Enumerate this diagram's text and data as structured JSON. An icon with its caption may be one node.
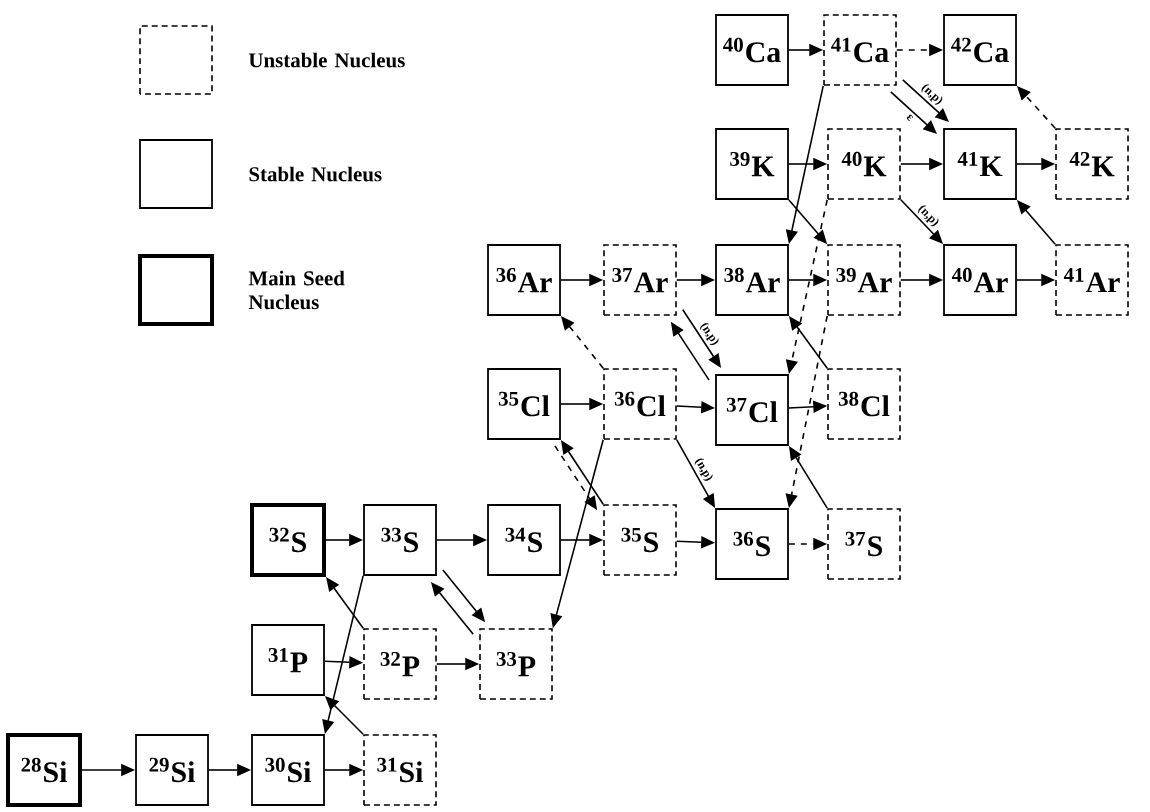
{
  "diagram": {
    "nodes": [
      {
        "text": [
          "$^{40}$Ca"
        ]
      },
      {
        "text": [
          "$^{41}$Ca"
        ]
      },
      {
        "text": [
          "$^{42}$Ca"
        ]
      },
      {
        "text": [
          "$^{39}$K"
        ]
      },
      {
        "text": [
          "$^{40}$K"
        ]
      },
      {
        "text": [
          "$^{41}$K"
        ]
      },
      {
        "text": [
          "$^{42}$K"
        ]
      },
      {
        "text": [
          "$^{36}$Ar"
        ]
      },
      {
        "text": [
          "$^{37}$Ar"
        ]
      },
      {
        "text": [
          "$^{38}$Ar"
        ]
      },
      {
        "text": [
          "$^{39}$Ar"
        ]
      },
      {
        "text": [
          "$^{40}$Ar"
        ]
      },
      {
        "text": [
          "$^{41}$Ar"
        ]
      },
      {
        "text": [
          "$^{35}$Cl"
        ]
      },
      {
        "text": [
          "$^{36}$Cl"
        ]
      },
      {
        "text": [
          "$^{37}$Cl"
        ]
      },
      {
        "text": [
          "$^{38}$Cl"
        ]
      },
      {
        "text": [
          "$^{32}$S"
        ]
      },
      {
        "text": [
          "$^{33}$S"
        ]
      },
      {
        "text": [
          "$^{34}$S"
        ]
      },
      {
        "text": [
          "$^{35}$S"
        ]
      },
      {
        "text": [
          "$^{36}$S"
        ]
      },
      {
        "text": [
          "$^{37}$S"
        ]
      },
      {
        "text": [
          "$^{31}$P"
        ]
      },
      {
        "text": [
          "$^{32}$P"
        ]
      },
      {
        "text": [
          "$^{33}$P"
        ]
      },
      {
        "text": [
          "$^{28}$Si"
        ]
      },
      {
        "text": [
          "$^{29}$Si"
        ]
      },
      {
        "text": [
          "$^{30}$Si"
        ]
      },
      {
        "text": [
          "$^{31}$Si"
        ]
      }
    ],
    "edges": [
      {
        "from": 0,
        "to": 1,
        "arrow": "to"
      },
      {
        "from": 1,
        "to": 2,
        "arrow": "to",
        "style": "dashed"
      },
      {
        "from": 3,
        "to": 4,
        "arrow": "to"
      },
      {
        "from": 4,
        "to": 5,
        "arrow": "to"
      },
      {
        "from": 5,
        "to": 6,
        "arrow": "to"
      },
      {
        "from": 7,
        "to": 8,
        "arrow": "to"
      },
      {
        "from": 8,
        "to": 9,
        "arrow": "to"
      },
      {
        "from": 9,
        "to": 10,
        "arrow": "to"
      },
      {
        "from": 10,
        "to": 11,
        "arrow": "to"
      },
      {
        "from": 11,
        "to": 12,
        "arrow": "to"
      },
      {
        "from": 13,
        "to": 14,
        "arrow": "to"
      },
      {
        "from": 14,
        "to": 15,
        "arrow": "to"
      },
      {
        "from": 15,
        "to": 16,
        "arrow": "to"
      },
      {
        "from": 17,
        "to": 18,
        "arrow": "to"
      },
      {
        "from": 18,
        "to": 19,
        "arrow": "to"
      },
      {
        "from": 19,
        "to": 20,
        "arrow": "to"
      },
      {
        "from": 20,
        "to": 21,
        "arrow": "to"
      },
      {
        "from": 21,
        "to": 22,
        "arrow": "to",
        "style": "dashed"
      },
      {
        "from": 23,
        "to": 24,
        "arrow": "to"
      },
      {
        "from": 24,
        "to": 25,
        "arrow": "to"
      },
      {
        "from": 26,
        "to": 27,
        "arrow": "to"
      },
      {
        "from": 27,
        "to": 28,
        "arrow": "to"
      },
      {
        "from": 28,
        "to": 29,
        "arrow": "to"
      },
      {
        "from": 1,
        "to": 5,
        "arrow": "to",
        "label": "(n,p)"
      },
      {
        "from": 1,
        "to": 5,
        "arrow": "to",
        "label": "ε"
      },
      {
        "from": 1,
        "to": 9,
        "arrow": "to"
      },
      {
        "from": 3,
        "to": 10,
        "arrow": "to"
      },
      {
        "from": 4,
        "to": 11,
        "arrow": "to",
        "label": "(n,p)"
      },
      {
        "from": 6,
        "to": 2,
        "arrow": "to",
        "style": "dashed"
      },
      {
        "from": 12,
        "to": 5,
        "arrow": "to"
      },
      {
        "from": 4,
        "to": 15,
        "arrow": "to",
        "style": "dashed"
      },
      {
        "from": 10,
        "to": 21,
        "arrow": "to",
        "style": "dashed"
      },
      {
        "from": 16,
        "to": 9,
        "arrow": "to"
      },
      {
        "from": 8,
        "to": 15,
        "arrow": "to",
        "label": "(n,p)"
      },
      {
        "from": 15,
        "to": 8,
        "arrow": "to"
      },
      {
        "from": 14,
        "to": 7,
        "arrow": "to",
        "style": "dashed"
      },
      {
        "from": 14,
        "to": 21,
        "arrow": "to",
        "label": "(n,p)"
      },
      {
        "from": 20,
        "to": 13,
        "arrow": "to"
      },
      {
        "from": 13,
        "to": 20,
        "arrow": "to",
        "style": "dashed"
      },
      {
        "from": 18,
        "to": 28,
        "arrow": "to"
      },
      {
        "from": 14,
        "to": 25,
        "arrow": "to"
      },
      {
        "from": 24,
        "to": 17,
        "arrow": "to"
      },
      {
        "from": 18,
        "to": 25,
        "arrow": "to"
      },
      {
        "from": 25,
        "to": 18,
        "arrow": "to"
      },
      {
        "from": 29,
        "to": 23,
        "arrow": "to"
      },
      {
        "from": 22,
        "to": 15,
        "arrow": "to"
      }
    ],
    "legend": [
      {
        "text": "Unstable Nucleus"
      },
      {
        "text": "Stable Nucleus"
      },
      {
        "text": "Main Seed Nucleus"
      }
    ]
  }
}
